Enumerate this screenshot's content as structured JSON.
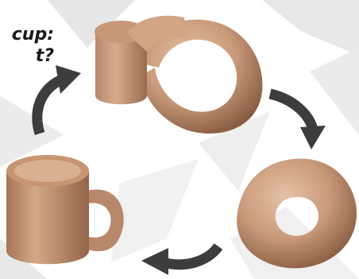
{
  "caption": {
    "line1": "cup:",
    "line2": "t?"
  },
  "colors": {
    "object_fill": "#c99a7a",
    "object_shadow": "#8a5c40",
    "object_highlight": "#e3bea2",
    "arrow": "#3d3d3d",
    "background_shard": "#d8d8d8"
  },
  "scene": {
    "objects": [
      "cylinder-with-torus",
      "torus",
      "coffee-mug"
    ],
    "arrows": [
      "arrow-top-left",
      "arrow-right",
      "arrow-bottom"
    ]
  }
}
